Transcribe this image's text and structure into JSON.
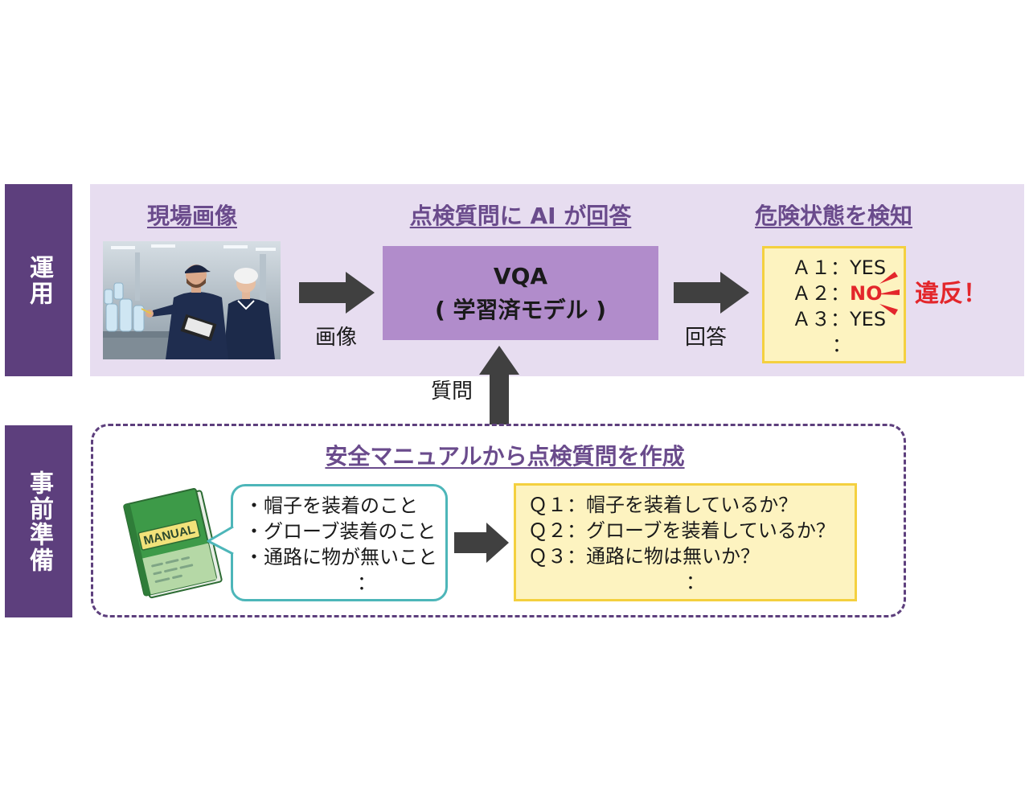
{
  "colors": {
    "purple_dark": "#5d3f7d",
    "lavender": "#e7ddf0",
    "vqa": "#b18ccb",
    "title": "#6a4b8c",
    "yellow_bg": "#fdf3c0",
    "yellow_border": "#f4d03f",
    "teal": "#4db6b9",
    "red": "#e3262b",
    "arrow": "#404040"
  },
  "operation": {
    "side_label": "運用",
    "site_image": {
      "title": "現場画像"
    },
    "vqa": {
      "title": "点検質問に AI が回答",
      "line1": "VQA",
      "line2": "( 学習済モデル )"
    },
    "detect": {
      "title": "危険状態を検知"
    },
    "arrow_labels": {
      "image": "画像",
      "answer": "回答",
      "question": "質問"
    },
    "answers": [
      {
        "label": "Ａ１：",
        "value": "YES"
      },
      {
        "label": "Ａ２：",
        "value": "NO"
      },
      {
        "label": "Ａ３：",
        "value": "YES"
      }
    ],
    "answers_more": "：",
    "violation": "違反！"
  },
  "preparation": {
    "side_label": "事前準備",
    "title": "安全マニュアルから点検質問を作成",
    "manual_label": "MANUAL",
    "rules": [
      "・帽子を装着のこと",
      "・グローブ装着のこと",
      "・通路に物が無いこと"
    ],
    "rules_more": "：",
    "questions": [
      "Ｑ１：帽子を装着しているか？",
      "Ｑ２：グローブを装着しているか？",
      "Ｑ３：通路に物は無いか？"
    ],
    "questions_more": "："
  }
}
